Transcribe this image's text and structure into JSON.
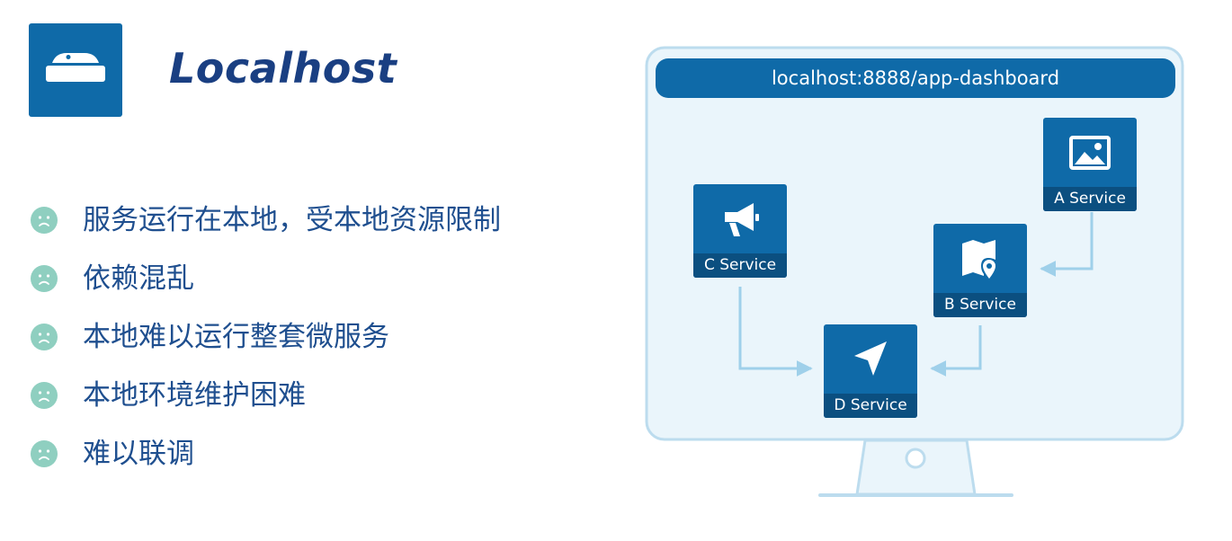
{
  "brand": {
    "title": "Localhost"
  },
  "issues": [
    "服务运行在本地，受本地资源限制",
    "依赖混乱",
    "本地难以运行整套微服务",
    "本地环境维护困难",
    "难以联调"
  ],
  "browser": {
    "url": "localhost:8888/app-dashboard"
  },
  "services": {
    "a": {
      "label": "A Service",
      "icon": "image-icon"
    },
    "b": {
      "label": "B Service",
      "icon": "map-pin-icon"
    },
    "c": {
      "label": "C Service",
      "icon": "megaphone-icon"
    },
    "d": {
      "label": "D Service",
      "icon": "paper-plane-icon"
    }
  },
  "colors": {
    "brand_blue": "#0f6aa8",
    "label_blue": "#0b4f80",
    "title_navy": "#1a3f82",
    "text_blue": "#1f4f8f",
    "screen_fill": "#eaf5fb",
    "screen_stroke": "#bcdcee",
    "arrow": "#9fd0ea",
    "face_green": "#8fcfc0"
  }
}
